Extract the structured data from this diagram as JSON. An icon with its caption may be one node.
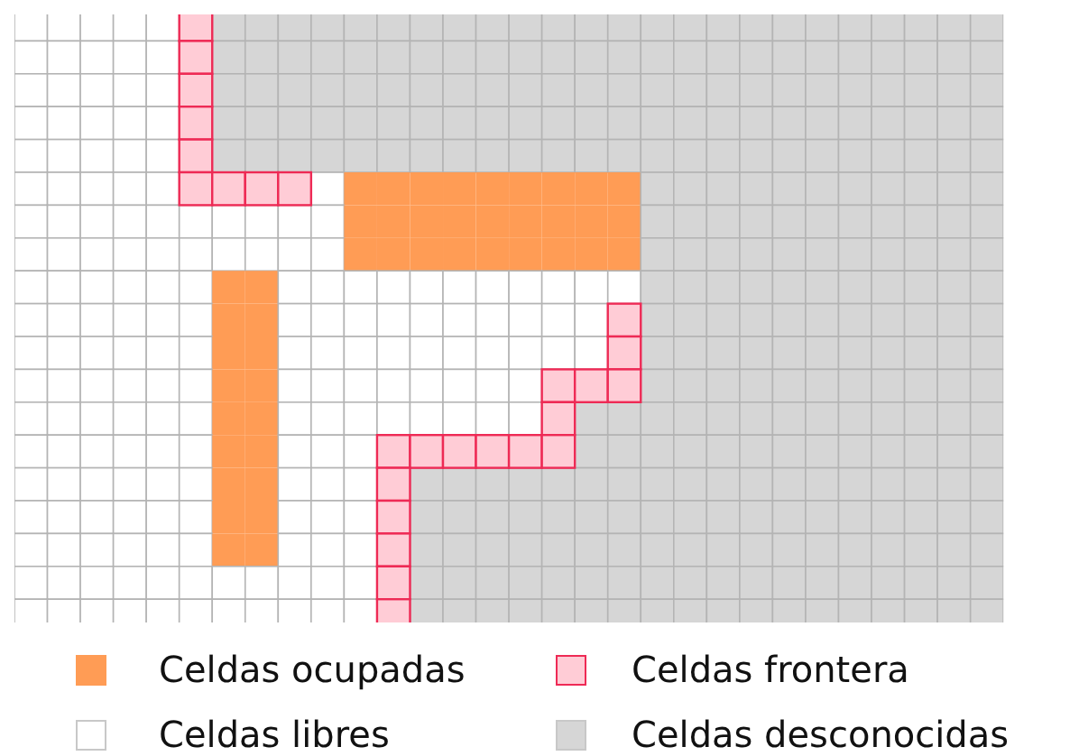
{
  "diagram": {
    "legend": [
      {
        "text": "Celdas ocupadas",
        "color": "#ff9c55"
      },
      {
        "text": "Celdas frontera",
        "color": "#ffccd6"
      },
      {
        "text": "Celdas libres",
        "color": "#ffffff"
      },
      {
        "text": "Celdas desconocidas",
        "color": "#d6d6d6"
      }
    ]
  }
}
